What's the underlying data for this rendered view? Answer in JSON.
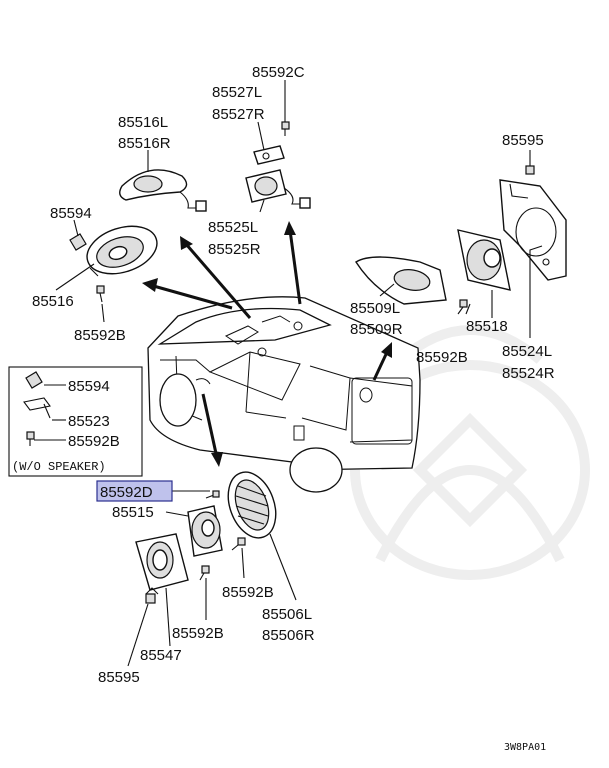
{
  "labels": {
    "p85592C": "85592C",
    "p85527L": "85527L",
    "p85527R": "85527R",
    "p85516L": "85516L",
    "p85516R": "85516R",
    "p85595_top": "85595",
    "p85594_top": "85594",
    "p85525L": "85525L",
    "p85525R": "85525R",
    "p85516": "85516",
    "p85592B_left": "85592B",
    "p85509L": "85509L",
    "p85509R": "85509R",
    "p85518": "85518",
    "p85592B_right": "85592B",
    "p85524L": "85524L",
    "p85524R": "85524R",
    "p85594_inset": "85594",
    "p85523": "85523",
    "p85592B_inset": "85592B",
    "inset_caption": "(W/O SPEAKER)",
    "p85592D": "85592D",
    "p85515": "85515",
    "p85592B_mid": "85592B",
    "p85506L": "85506L",
    "p85506R": "85506R",
    "p85592B_low": "85592B",
    "p85547": "85547",
    "p85595_bottom": "85595",
    "diagram_code": "3W8PA01"
  },
  "highlight": {
    "part": "85592D",
    "fill": "#bfc2ec",
    "border": "#2b2f8f"
  },
  "icons": {
    "watermark": "diamond-monogram-icon",
    "vehicle": "suv-rear-view-icon"
  }
}
